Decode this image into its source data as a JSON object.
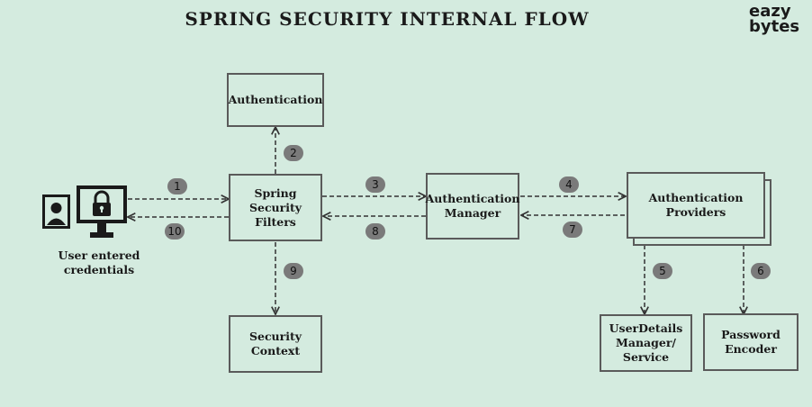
{
  "title": "SPRING SECURITY INTERNAL FLOW",
  "logo": {
    "line1": "eazy",
    "line2": "bytes"
  },
  "user": {
    "caption": "User entered\ncredentials"
  },
  "boxes": {
    "authentication": "Authentication",
    "filters": "Spring Security\nFilters",
    "security_context": "Security\nContext",
    "auth_manager": "Authentication\nManager",
    "auth_providers": "Authentication\nProviders",
    "user_details": "UserDetails\nManager/\nService",
    "password_encoder": "Password\nEncoder"
  },
  "steps": [
    "1",
    "2",
    "3",
    "4",
    "5",
    "6",
    "7",
    "8",
    "9",
    "10"
  ]
}
